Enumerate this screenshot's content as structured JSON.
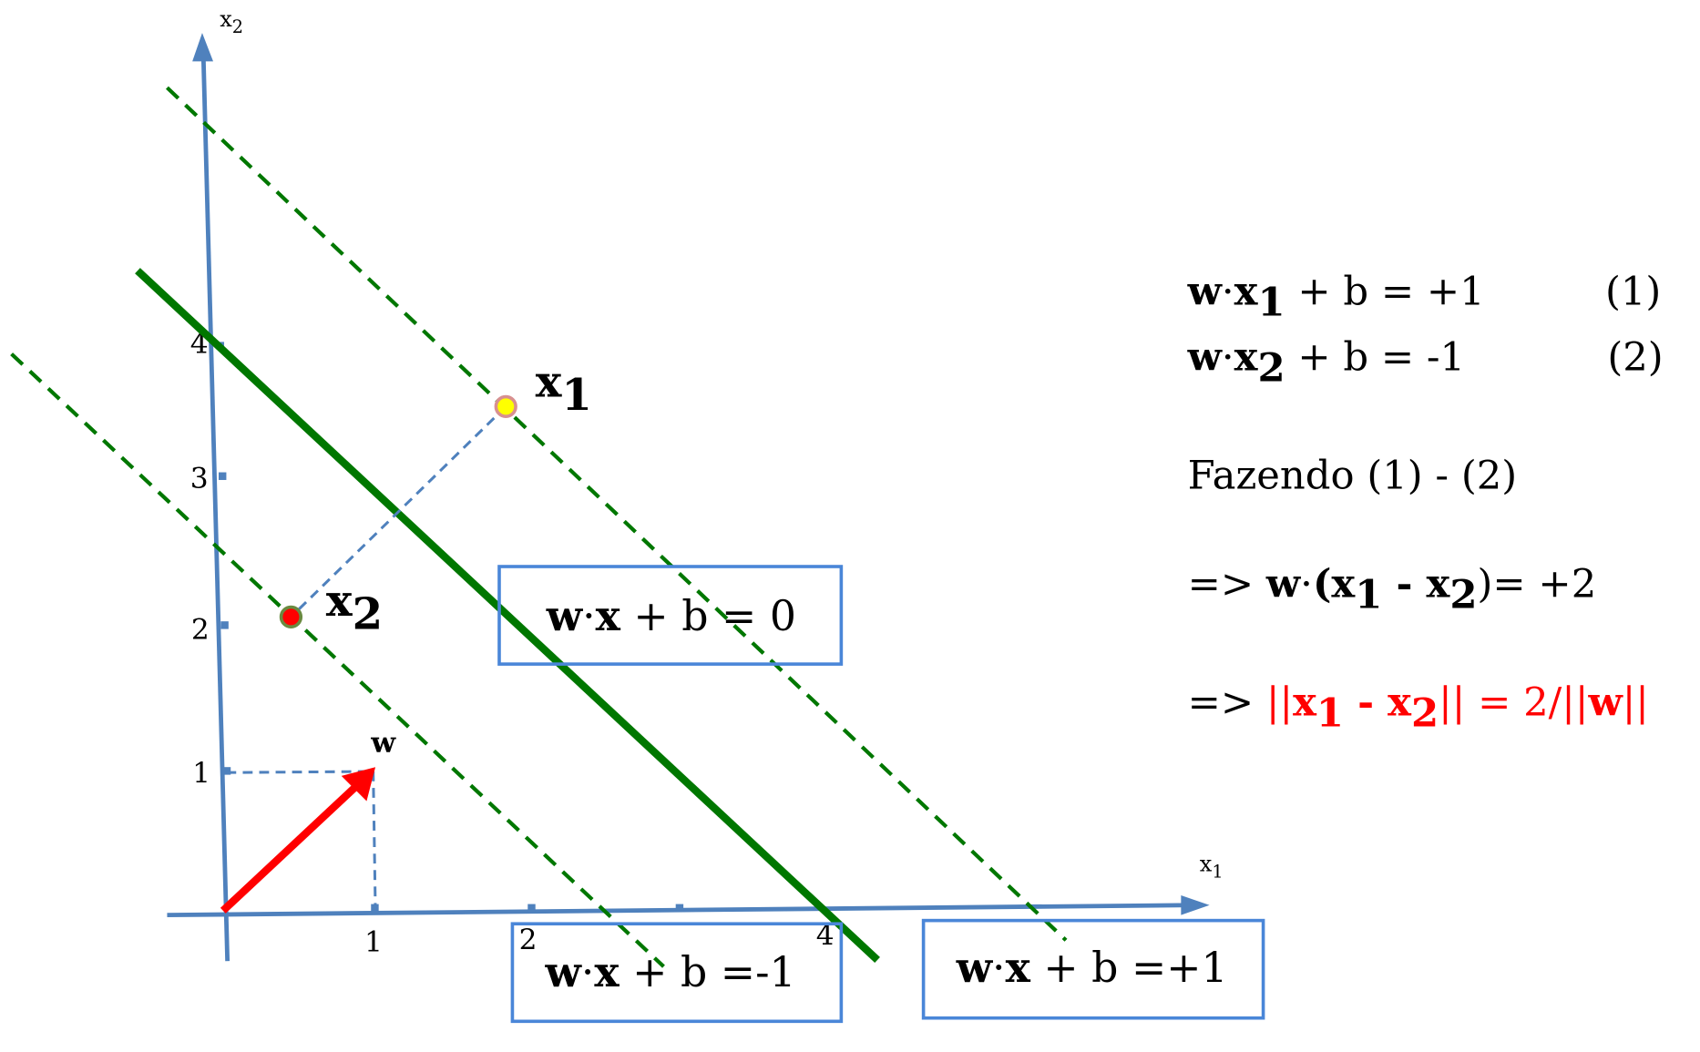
{
  "axes": {
    "x1_label": "x",
    "x1_sub": "1",
    "x2_label": "x",
    "x2_sub": "2"
  },
  "ticks": {
    "x": [
      "1",
      "2",
      "4"
    ],
    "y": [
      "1",
      "2",
      "3",
      "4"
    ]
  },
  "points": {
    "x1": {
      "label": "x",
      "sub": "1",
      "color": "#ffff00"
    },
    "x2": {
      "label": "x",
      "sub": "2",
      "color": "#ff0000"
    }
  },
  "vector": {
    "label": "w",
    "color": "#ff0000"
  },
  "boxes": {
    "zero": {
      "w": "w",
      "dot": "·",
      "x": "x",
      "rest": " + b = 0"
    },
    "minus": {
      "w": "w",
      "dot": "·",
      "x": "x",
      "rest": " + b =-1"
    },
    "plus": {
      "w": "w",
      "dot": "·",
      "x": "x",
      "rest": " + b =+1"
    }
  },
  "equations": {
    "eq1": {
      "w": "w",
      "dot": "·",
      "x": "x",
      "sub": "1",
      "rest": " + b = +1",
      "num": "(1)"
    },
    "eq2": {
      "w": "w",
      "dot": "·",
      "x": "x",
      "sub": "2",
      "rest": " + b = -1",
      "num": "(2)"
    },
    "fazendo": "Fazendo (1) - (2)",
    "step1": {
      "arrow": "=> ",
      "w": "w",
      "dot": "·",
      "open": "(x",
      "sub1": "1",
      "minus": " - x",
      "sub2": "2",
      "close": ")",
      "rest": "= +2"
    },
    "step2": {
      "arrow": "=> ",
      "bars1": "||",
      "x1": "x",
      "sub1": "1",
      "minus": " - ",
      "x2": "x",
      "sub2": "2",
      "rest": "|| = 2/||",
      "w": "w",
      "bars2": "||"
    }
  },
  "colors": {
    "axis": "#4f81bd",
    "line": "#007700",
    "box": "#4a86d8",
    "highlight": "#ff0000"
  }
}
